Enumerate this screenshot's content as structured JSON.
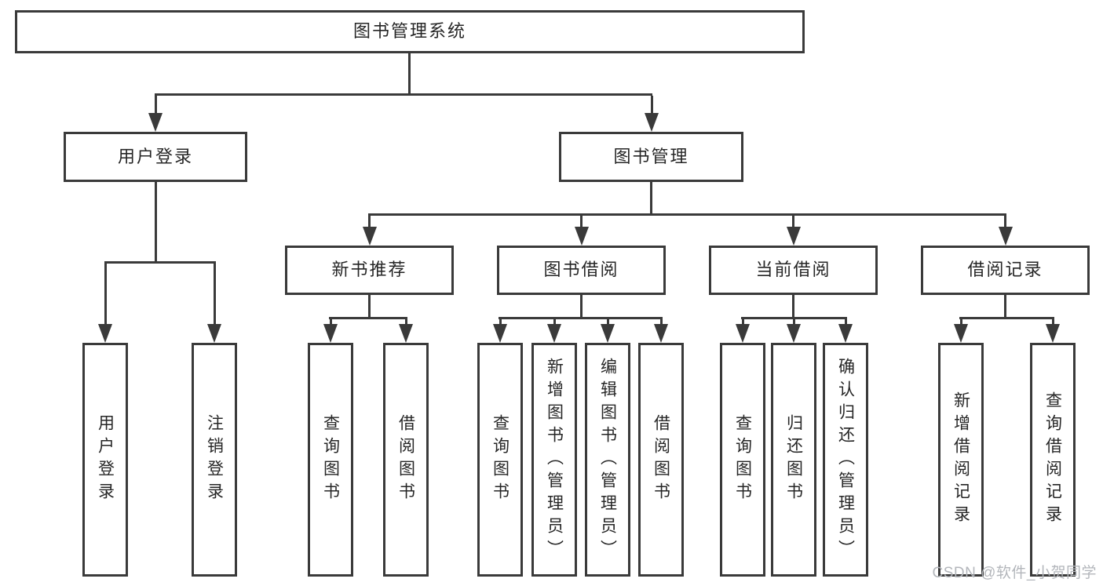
{
  "tree": {
    "label": "图书管理系统",
    "children": [
      {
        "label": "用户登录",
        "children": [
          {
            "label": "用户登录"
          },
          {
            "label": "注销登录"
          }
        ]
      },
      {
        "label": "图书管理",
        "children": [
          {
            "label": "新书推荐",
            "children": [
              {
                "label": "查询图书"
              },
              {
                "label": "借阅图书"
              }
            ]
          },
          {
            "label": "图书借阅",
            "children": [
              {
                "label": "查询图书"
              },
              {
                "label": "新增图书（管理员）"
              },
              {
                "label": "编辑图书（管理员）"
              },
              {
                "label": "借阅图书"
              }
            ]
          },
          {
            "label": "当前借阅",
            "children": [
              {
                "label": "查询图书"
              },
              {
                "label": "归还图书"
              },
              {
                "label": "确认归还（管理员）"
              }
            ]
          },
          {
            "label": "借阅记录",
            "children": [
              {
                "label": "新增借阅记录"
              },
              {
                "label": "查询借阅记录"
              }
            ]
          }
        ]
      }
    ]
  },
  "watermark": {
    "text": "CSDN @软件_小贺同学"
  },
  "colors": {
    "line": "#3a3a3a",
    "text": "#262626",
    "watermark": "#b3b6bb",
    "bg": "#ffffff"
  }
}
